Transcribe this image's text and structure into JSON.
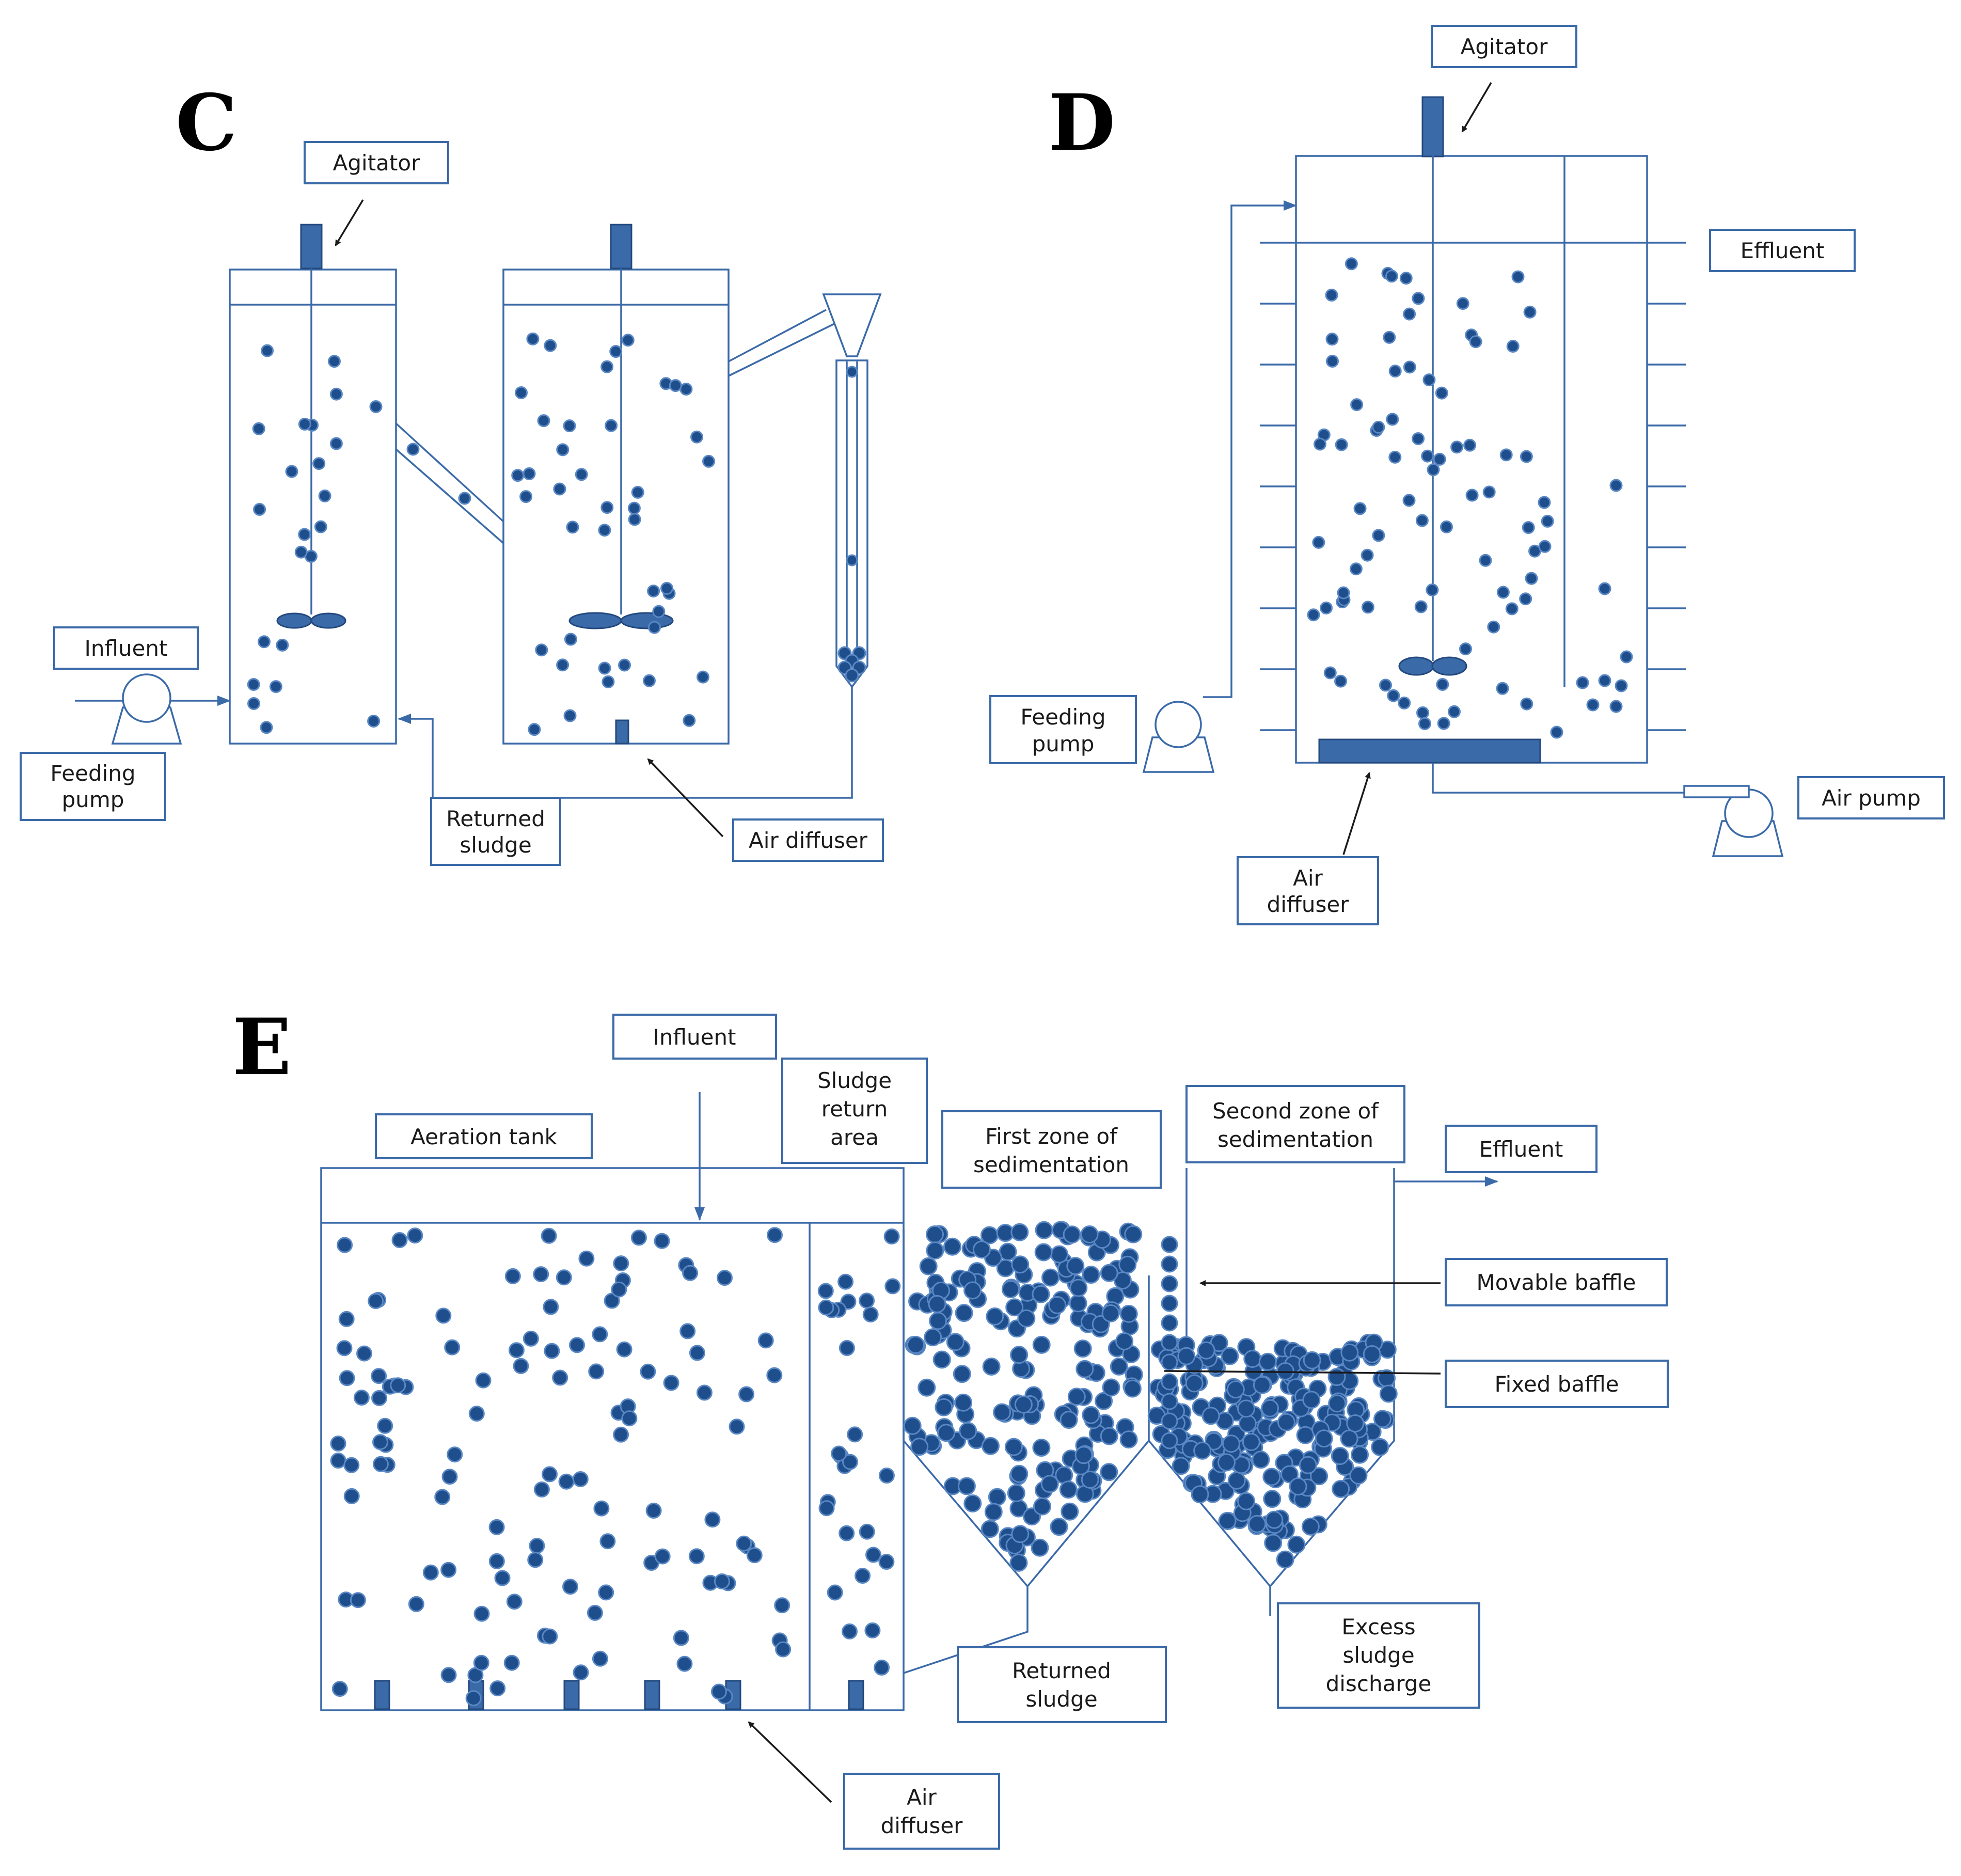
{
  "panels": {
    "c": {
      "letter": "C",
      "agitator": "Agitator",
      "influent": "Influent",
      "feeding_pump": [
        "Feeding",
        "pump"
      ],
      "returned_sludge": [
        "Returned",
        "sludge"
      ],
      "air_diffuser": "Air diffuser"
    },
    "d": {
      "letter": "D",
      "agitator": "Agitator",
      "effluent": "Effluent",
      "feeding_pump": [
        "Feeding",
        "pump"
      ],
      "air_pump": "Air pump",
      "air_diffuser": [
        "Air",
        "diffuser"
      ]
    },
    "e": {
      "letter": "E",
      "influent": "Influent",
      "aeration_tank": "Aeration tank",
      "sludge_return_area": [
        "Sludge",
        "return",
        "area"
      ],
      "first_zone": [
        "First zone of",
        "sedimentation"
      ],
      "second_zone": [
        "Second zone of",
        "sedimentation"
      ],
      "effluent": "Effluent",
      "movable_baffle": "Movable baffle",
      "fixed_baffle": "Fixed baffle",
      "excess_sludge": [
        "Excess",
        "sludge",
        "discharge"
      ],
      "returned_sludge": [
        "Returned",
        "sludge"
      ],
      "air_diffuser": [
        "Air",
        "diffuser"
      ]
    }
  },
  "colors": {
    "line": "#3b6aa8",
    "granule": "#1f4e8c",
    "label_border": "#3b6aa8",
    "text": "#1a1a1a"
  }
}
